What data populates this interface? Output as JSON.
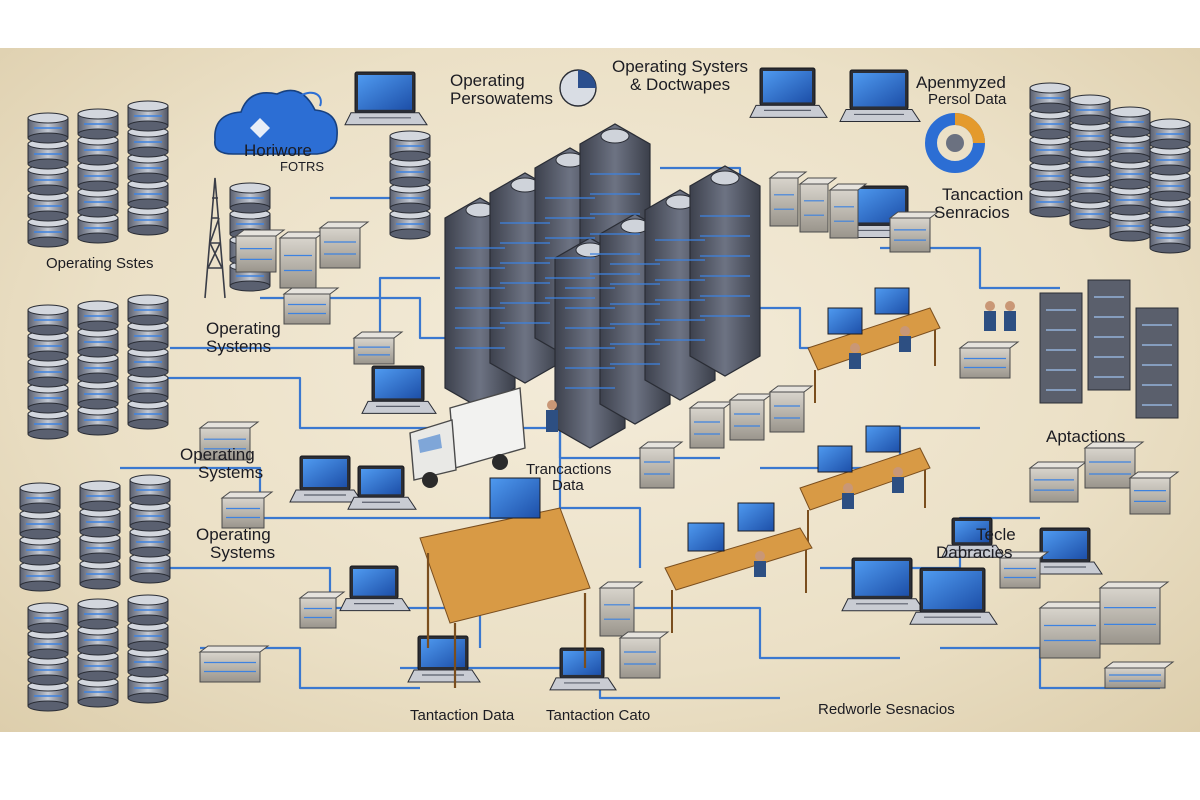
{
  "labels": {
    "hardware": [
      "Horiwore",
      "FOTRS"
    ],
    "operating_systems_top_left": "Operating Sstes",
    "operating_personal": [
      "Operating",
      "Persowatems"
    ],
    "operating_systems_top": [
      "Operating Systers",
      "& Doctwapes"
    ],
    "apenmized": [
      "Apenmyzed",
      "Persol Data"
    ],
    "transaction_scenarios": [
      "Tancaction",
      "Senracios"
    ],
    "operating_systems_a": [
      "Operating",
      "Systems"
    ],
    "operating_systems_b": [
      "Operating",
      "Systems"
    ],
    "operating_systems_c": [
      "Operating",
      "Systems"
    ],
    "transactions_data": [
      "Trancactions",
      "Data"
    ],
    "aptactions": "Aptactions",
    "tecle_dabracies": [
      "Tecle",
      "Dabracies"
    ],
    "bottom_left": "Tantaction Data",
    "bottom_center": "Tantaction Cato",
    "bottom_right": "Redworle Sesnacios"
  },
  "colors": {
    "background": "#ebe0c6",
    "server": "#4f5361",
    "server_light": "#7c8291",
    "accent_blue": "#2f6fd0",
    "screen_blue": "#2f78dd",
    "desk": "#d89a45",
    "person": "#2d4f82"
  },
  "icons": [
    "cloud-icon",
    "pie-chart-icon",
    "truck-icon",
    "antenna-tower-icon"
  ]
}
